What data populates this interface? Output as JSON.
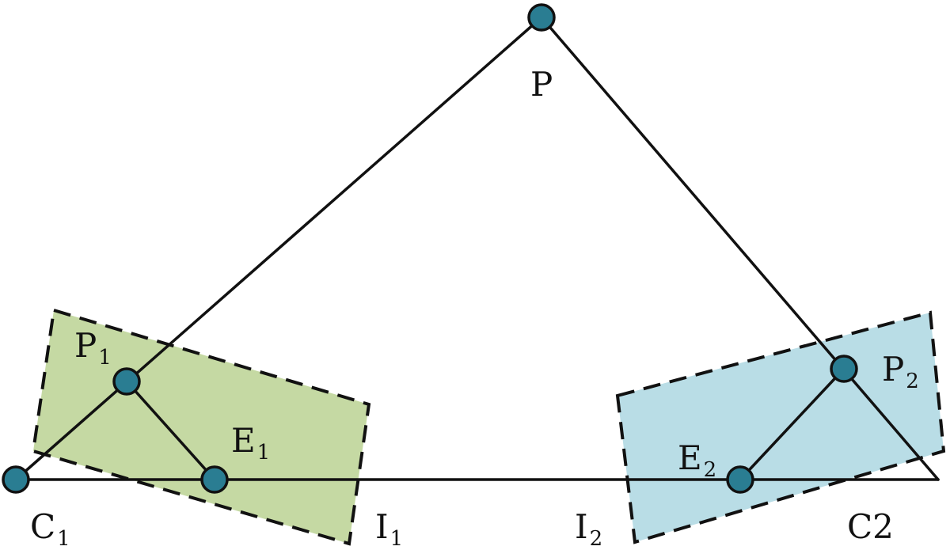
{
  "colors": {
    "plane_1": "#c5d9a3",
    "plane_2": "#b9dde6",
    "node": "#2a7d92",
    "line": "#111111"
  },
  "labels": {
    "P": "P",
    "P1": "P",
    "P1_sub": "1",
    "P2": "P",
    "P2_sub": "2",
    "E1": "E",
    "E1_sub": "1",
    "E2": "E",
    "E2_sub": "2",
    "C1": "C",
    "C1_sub": "1",
    "C2": "C2",
    "I1": "I",
    "I1_sub": "1",
    "I2": "I",
    "I2_sub": "2"
  }
}
